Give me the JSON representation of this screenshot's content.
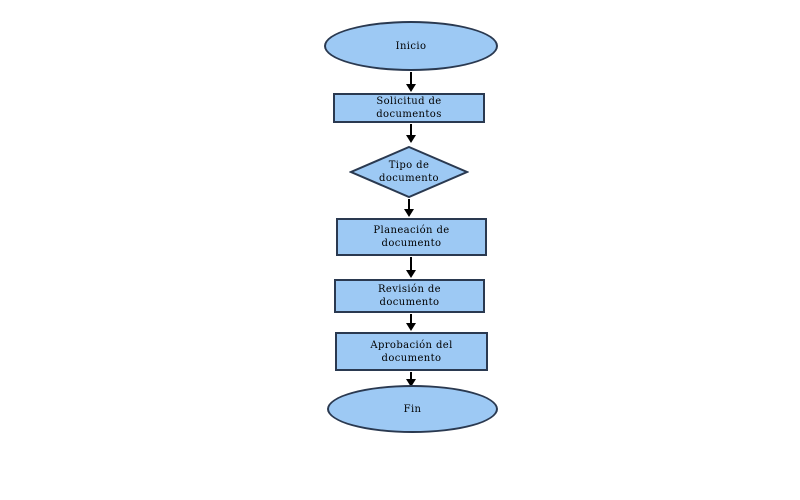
{
  "flowchart": {
    "background": "#ffffff",
    "shape_fill": "#9dc9f4",
    "shape_border": "#2a3950",
    "arrow_color": "#000000",
    "text_color": "#000000",
    "nodes": [
      {
        "id": "inicio",
        "type": "terminator-ellipse",
        "label": "Inicio"
      },
      {
        "id": "solicitud-documentos",
        "type": "process-rect",
        "label": "Solicitud de\ndocumentos"
      },
      {
        "id": "tipo-documento",
        "type": "decision-diamond",
        "label": "Tipo de\ndocumento"
      },
      {
        "id": "planeacion-documento",
        "type": "process-rect",
        "label": "Planeación de\ndocumento"
      },
      {
        "id": "revision-documento",
        "type": "process-rect",
        "label": "Revisión de\ndocumento"
      },
      {
        "id": "aprobacion-documento",
        "type": "process-rect",
        "label": "Aprobación del\ndocumento"
      },
      {
        "id": "fin",
        "type": "terminator-ellipse",
        "label": "Fin"
      }
    ],
    "edges": [
      {
        "from": "inicio",
        "to": "solicitud-documentos"
      },
      {
        "from": "solicitud-documentos",
        "to": "tipo-documento"
      },
      {
        "from": "tipo-documento",
        "to": "planeacion-documento"
      },
      {
        "from": "planeacion-documento",
        "to": "revision-documento"
      },
      {
        "from": "revision-documento",
        "to": "aprobacion-documento"
      },
      {
        "from": "aprobacion-documento",
        "to": "fin"
      }
    ]
  }
}
